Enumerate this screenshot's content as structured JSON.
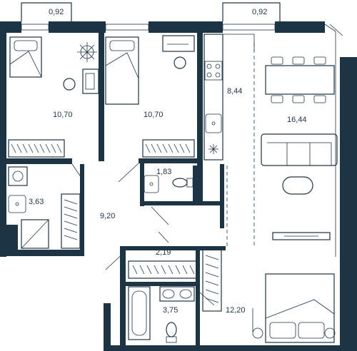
{
  "floor_plan": {
    "colors": {
      "wall": "#1d3444",
      "background": "#ffffff"
    },
    "areas": {
      "balcony_left": "0,92",
      "balcony_right": "0,92",
      "bedroom_left": "10,70",
      "bedroom_middle": "10,70",
      "kitchen": "8,44",
      "living_room": "16,44",
      "toilet": "1,83",
      "bathroom_left": "3,63",
      "hallway": "9,20",
      "wardrobe": "2,19",
      "bathroom_bottom": "3,75",
      "bedroom_bottom": "12,20"
    },
    "icons": [
      "single-bed-icon",
      "plant-icon",
      "desk-chair-icon",
      "wardrobe-icon",
      "stove-icon",
      "sink-icon",
      "fridge-icon",
      "dining-table-icon",
      "sofa-icon",
      "tv-icon",
      "toilet-icon",
      "bathtub-icon",
      "shower-icon",
      "washing-machine-icon",
      "double-bed-icon"
    ]
  }
}
